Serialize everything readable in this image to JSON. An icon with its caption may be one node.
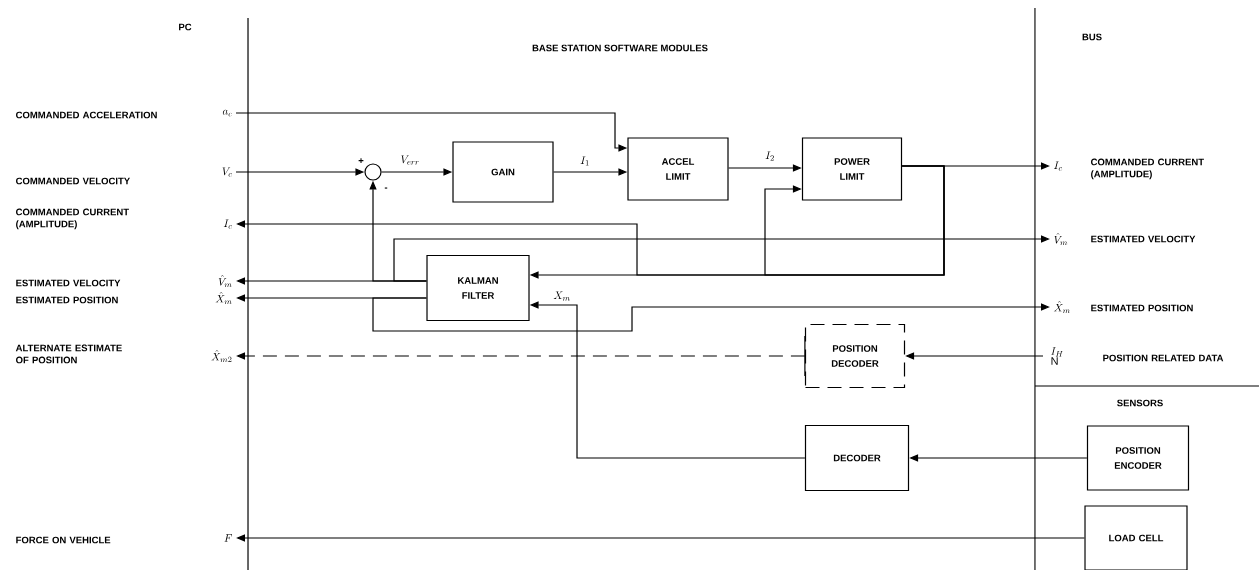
{
  "diagram": {
    "nodes": [
      {
        "text": [],
        "shape": "circle"
      },
      {
        "text": [
          "GAIN"
        ]
      },
      {
        "text": [
          "ACCEL LIMIT"
        ]
      },
      {
        "text": [
          "POWER LIMIT"
        ]
      },
      {
        "text": [
          "KALMAN FILTER"
        ]
      },
      {
        "text": [
          "POSITION DECODER"
        ]
      },
      {
        "text": [
          "DECODER"
        ]
      },
      {
        "text": [
          "POSITION ENCODER"
        ]
      },
      {
        "text": [
          "LOAD CELL"
        ]
      },
      {
        "text": [
          "a_c"
        ],
        "beside": [
          "COMMANDED ACCELERATION"
        ]
      },
      {
        "text": [
          "V_c"
        ],
        "beside": [
          "COMMANDED VELOCITY"
        ]
      },
      {
        "text": [
          "I_c"
        ],
        "beside": [
          "COMMANDED CURRENT (AMPLITUDE)"
        ]
      },
      {
        "text": [
          "\\hat{V}_m"
        ],
        "beside": [
          "ESTIMATED VELOCITY"
        ]
      },
      {
        "text": [
          "\\hat{X}_m"
        ],
        "beside": [
          "ESTIMATED POSITION"
        ]
      },
      {
        "text": [
          "\\hat{X}_{m2}"
        ],
        "beside": [
          "ALTERNATE ESTIMATE OF POSITION"
        ]
      },
      {
        "text": [
          "F"
        ],
        "beside": [
          "FORCE ON VEHICLE"
        ]
      },
      {
        "text": [
          "I_c"
        ],
        "beside": [
          "COMMANDED CURRENT (AMPLITUDE)"
        ]
      },
      {
        "text": [
          "\\hat{V}_m"
        ],
        "beside": [
          "ESTIMATED VELOCITY"
        ]
      },
      {
        "text": [
          "\\hat{X}_m"
        ],
        "beside": [
          "ESTIMATED POSITION"
        ]
      },
      {
        "text": [
          "I_H",
          "N"
        ],
        "beside": [
          "POSITION RELATED DATA"
        ]
      }
    ],
    "edges": [
      {
        "from": 10,
        "to": 0,
        "arrow": "to"
      },
      {
        "from": 0,
        "to": 1,
        "arrow": "to",
        "label": "V_{err}"
      },
      {
        "from": 1,
        "to": 2,
        "arrow": "to",
        "label": "I_1"
      },
      {
        "from": 9,
        "to": 2,
        "arrow": "to"
      },
      {
        "from": 2,
        "to": 3,
        "arrow": "to",
        "label": "I_2"
      },
      {
        "from": 3,
        "to": 16,
        "arrow": "to"
      },
      {
        "from": 3,
        "to": 4,
        "arrow": "to"
      },
      {
        "from": 3,
        "to": 3,
        "arrow": "to"
      },
      {
        "from": 3,
        "to": 11,
        "arrow": "to"
      },
      {
        "from": 4,
        "to": 12,
        "arrow": "to"
      },
      {
        "from": 4,
        "to": 0,
        "arrow": "to"
      },
      {
        "from": 4,
        "to": 17,
        "arrow": "to"
      },
      {
        "from": 4,
        "to": 13,
        "arrow": "to"
      },
      {
        "from": 4,
        "to": 18,
        "arrow": "to"
      },
      {
        "from": 6,
        "to": 4,
        "arrow": "to",
        "label": "X_m"
      },
      {
        "from": 5,
        "to": 14,
        "arrow": "to",
        "style": "dashed"
      },
      {
        "from": 19,
        "to": 5,
        "arrow": "to"
      },
      {
        "from": 7,
        "to": 6,
        "arrow": "to"
      },
      {
        "from": 8,
        "to": 15,
        "arrow": "to"
      }
    ],
    "labels": [
      "PC",
      "BASE STATION SOFTWARE MODULES",
      "BUS",
      "+",
      "-",
      "SENSORS"
    ]
  }
}
